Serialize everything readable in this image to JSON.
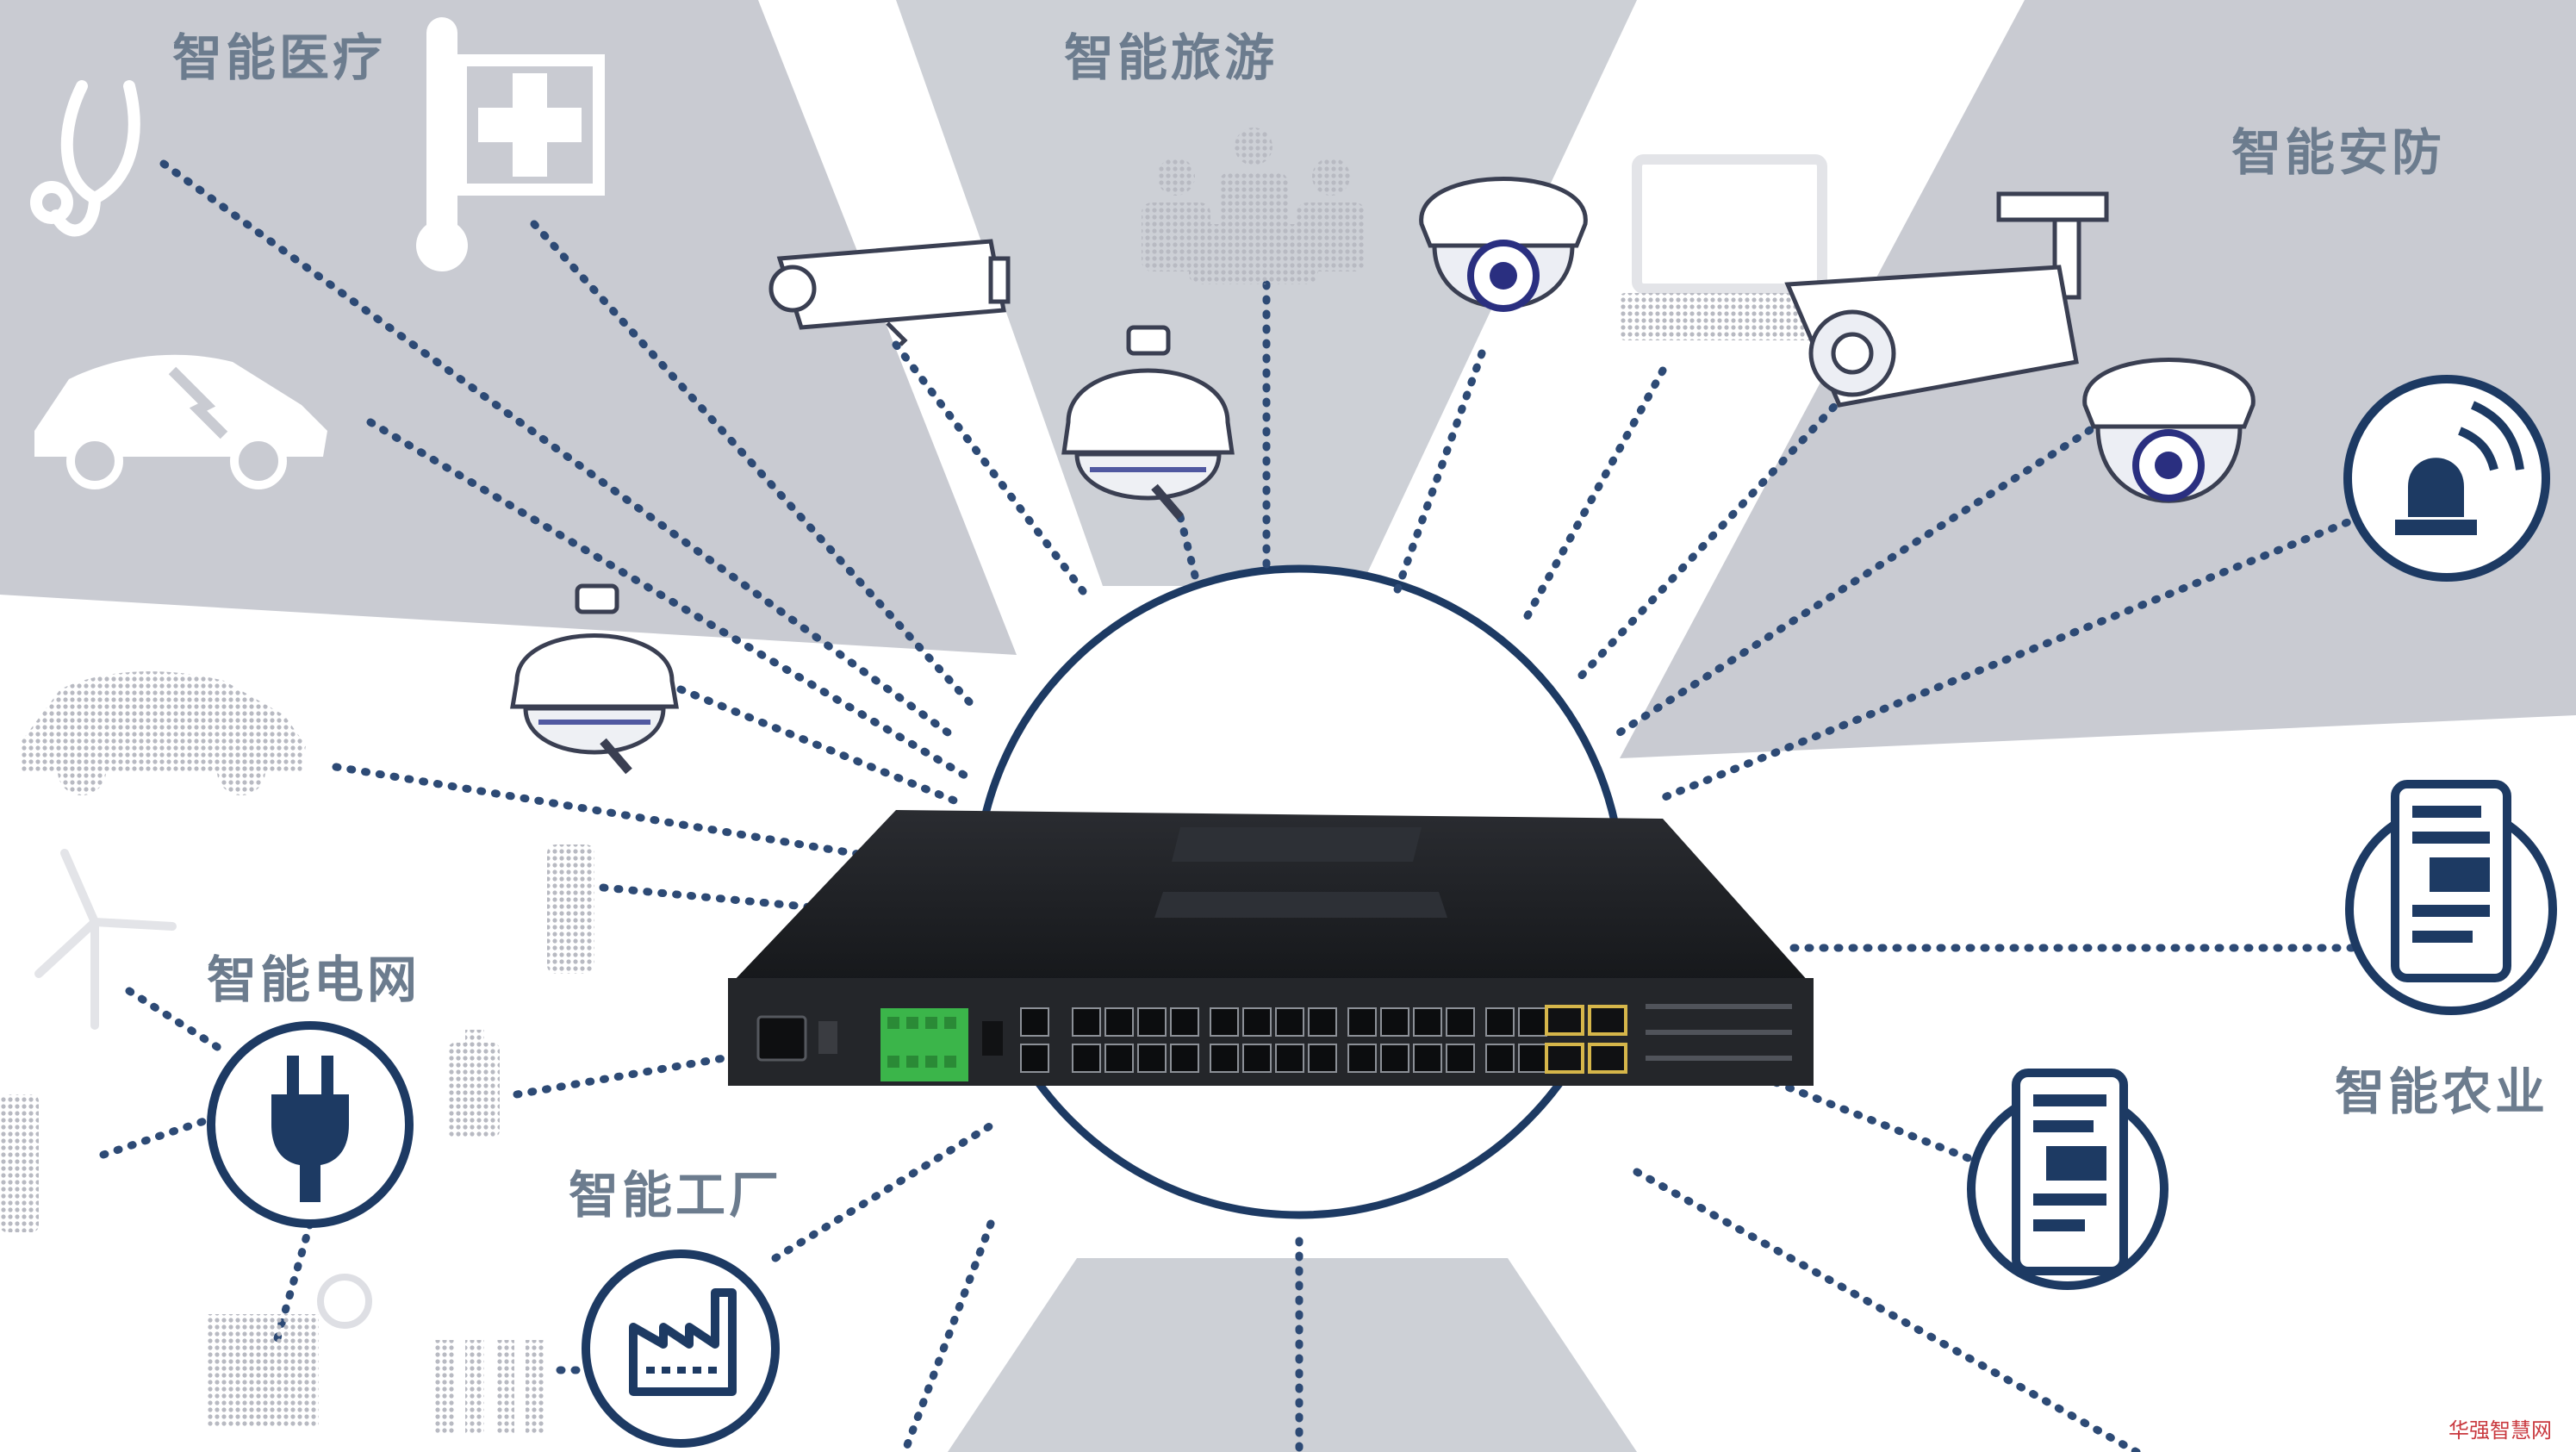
{
  "labels": {
    "medical": "智能医疗",
    "tourism": "智能旅游",
    "security": "智能安防",
    "grid": "智能电网",
    "factory": "智能工厂",
    "agriculture": "智能农业"
  },
  "watermark": "华强智慧网",
  "colors": {
    "navy": "#1d3a63",
    "ray": "#c9cbd2",
    "device_dark": "#1e2024",
    "port_green": "#3bb54a",
    "sfp_gold": "#d6b64a",
    "watermark": "#c9393f"
  },
  "icons": [
    "stethoscope-icon",
    "thermometer-icon",
    "medical-cross-icon",
    "electric-car-icon",
    "box-camera-icon",
    "dome-camera-icon",
    "people-group-icon",
    "ptz-camera-icon",
    "laptop-icon",
    "bullet-camera-icon",
    "alarm-light-icon",
    "wind-turbine-icon",
    "plug-icon",
    "battery-icon",
    "solar-panel-icon",
    "factory-icon",
    "server-rack-icon"
  ]
}
